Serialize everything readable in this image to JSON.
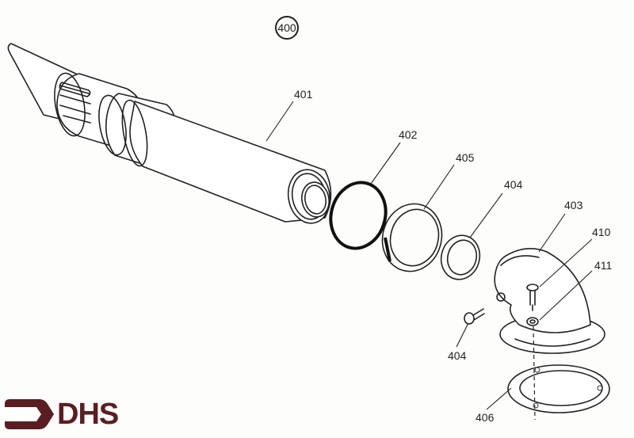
{
  "diagram": {
    "type": "exploded parts diagram",
    "assembly_number": "400",
    "parts": [
      {
        "id": "401",
        "label": "401",
        "description": "telescoping tube / pipe assembly with nozzle"
      },
      {
        "id": "402",
        "label": "402",
        "description": "O-ring (thick black)"
      },
      {
        "id": "405",
        "label": "405",
        "description": "large seal ring"
      },
      {
        "id": "404a",
        "label": "404",
        "description": "small seal ring"
      },
      {
        "id": "403",
        "label": "403",
        "description": "90-degree elbow with flange"
      },
      {
        "id": "410",
        "label": "410",
        "description": "screw"
      },
      {
        "id": "411",
        "label": "411",
        "description": "washer"
      },
      {
        "id": "404b",
        "label": "404",
        "description": "screw"
      },
      {
        "id": "406",
        "label": "406",
        "description": "flange gasket"
      }
    ]
  },
  "logo": {
    "text": "DHS",
    "color": "#5a1e22",
    "icon": "arrow-bracket-icon"
  },
  "colors": {
    "line": "#222222",
    "background": "#fdfdfb",
    "brand": "#5a1e22"
  }
}
